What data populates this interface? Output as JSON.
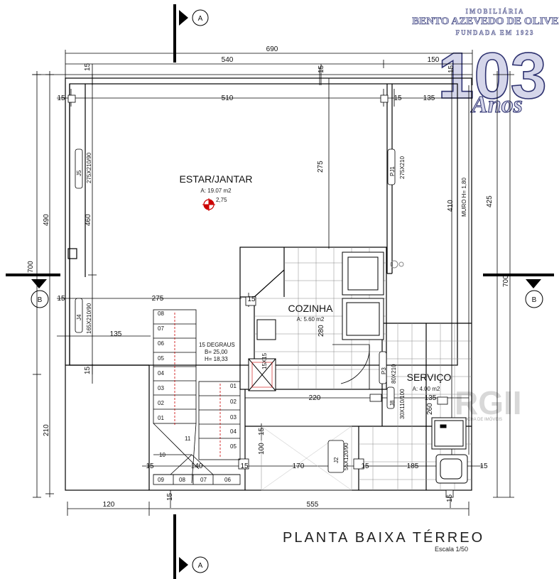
{
  "plan_title": "PLANTA BAIXA TÉRREO",
  "scale": "Escala 1/50",
  "section_a": "A",
  "section_b": "B",
  "watermark": {
    "line1": "IMOBILIÁRIA",
    "line2": "BENTO AZEVEDO DE OLIVEIRA",
    "line3": "FUNDADA EM 1923",
    "number": "103",
    "anos": "Anos",
    "rg_logo": "RGII",
    "rg_tagline": "BROCHA DE IMÓVEIS"
  },
  "rooms": {
    "estar": {
      "name": "ESTAR/JANTAR",
      "area": "A: 19.07 m2",
      "level": "2,75"
    },
    "cozinha": {
      "name": "COZINHA",
      "area": "A: 5.60 m2"
    },
    "servico": {
      "name": "SERVIÇO",
      "area": "A: 4.00 m2"
    }
  },
  "stairs": {
    "label": "15 DEGRAUS",
    "b": "B= 25,00",
    "h": "H= 18,33",
    "left_steps": [
      "08",
      "07",
      "06",
      "05",
      "04",
      "03",
      "02",
      "01"
    ],
    "right_steps": [
      "01",
      "02",
      "03",
      "04",
      "05"
    ],
    "turn_steps": [
      "11",
      "10",
      "09",
      "08",
      "07",
      "06"
    ]
  },
  "windows": {
    "j5": "J5",
    "j5_size": "275X210/90",
    "pj1": "PJ1",
    "pj1_size": "275X210",
    "j4": "J4",
    "j4_size": "165X210/90",
    "p3": "P3",
    "p3_size": "80X210",
    "j8": "J8",
    "j8_size": "30X110/100",
    "j2": "J2",
    "j2_size": "55X120/90"
  },
  "muro": "MURO H= 1,80",
  "dims": {
    "d690": "690",
    "d540": "540",
    "d150": "150",
    "d15": "15",
    "d510": "510",
    "d135": "135",
    "d275": "275",
    "d490": "490",
    "d460": "460",
    "d700": "700",
    "d410": "410",
    "d425": "425",
    "d280": "280",
    "d220": "220",
    "d260": "260",
    "d210": "210",
    "d100": "100",
    "d140": "140",
    "d170": "170",
    "d185": "185",
    "d120": "120",
    "d555": "555",
    "d15x15": "15X15"
  }
}
